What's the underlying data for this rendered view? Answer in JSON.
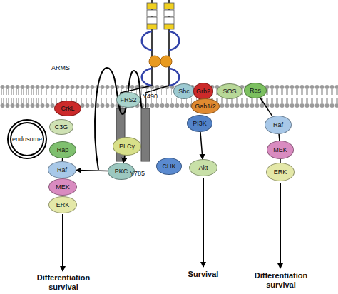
{
  "diagram": {
    "nodes": [
      {
        "text": [
          "CrkL"
        ]
      },
      {
        "text": [
          "FRS2"
        ]
      },
      {
        "text": [
          "Shc"
        ]
      },
      {
        "text": [
          "Grb2"
        ]
      },
      {
        "text": [
          "SOS"
        ]
      },
      {
        "text": [
          "Ras"
        ]
      },
      {
        "text": [
          "Gab1/2"
        ]
      },
      {
        "text": [
          "C3G"
        ]
      },
      {
        "text": [
          "PI3K"
        ]
      },
      {
        "text": [
          "Raf"
        ]
      },
      {
        "text": [
          "endosome"
        ]
      },
      {
        "text": [
          "Rap"
        ]
      },
      {
        "text": [
          "PLCγ"
        ]
      },
      {
        "text": [
          "MEK"
        ]
      },
      {
        "text": [
          "Raf"
        ]
      },
      {
        "text": [
          "CHK"
        ]
      },
      {
        "text": [
          "Akt"
        ]
      },
      {
        "text": [
          "PKC"
        ]
      },
      {
        "text": [
          "ERK"
        ]
      },
      {
        "text": [
          "MEK"
        ]
      },
      {
        "text": [
          "ERK"
        ]
      }
    ],
    "edges": [
      {
        "from": 11,
        "to": 14,
        "arrow": "none"
      },
      {
        "from": 17,
        "to": 14,
        "arrow": "to"
      },
      {
        "from": 12,
        "to": 17,
        "arrow": "to"
      },
      {
        "from": 8,
        "to": 16,
        "arrow": "to"
      },
      {
        "from": 5,
        "to": 9,
        "arrow": "none"
      },
      {
        "from": 9,
        "to": 13,
        "arrow": "none"
      },
      {
        "from": 13,
        "to": 18,
        "arrow": "none"
      }
    ],
    "labels": [
      "ARMS",
      "Y490",
      "Y785",
      "Differentiation survival",
      "Survival",
      "Differentiation survival"
    ]
  }
}
